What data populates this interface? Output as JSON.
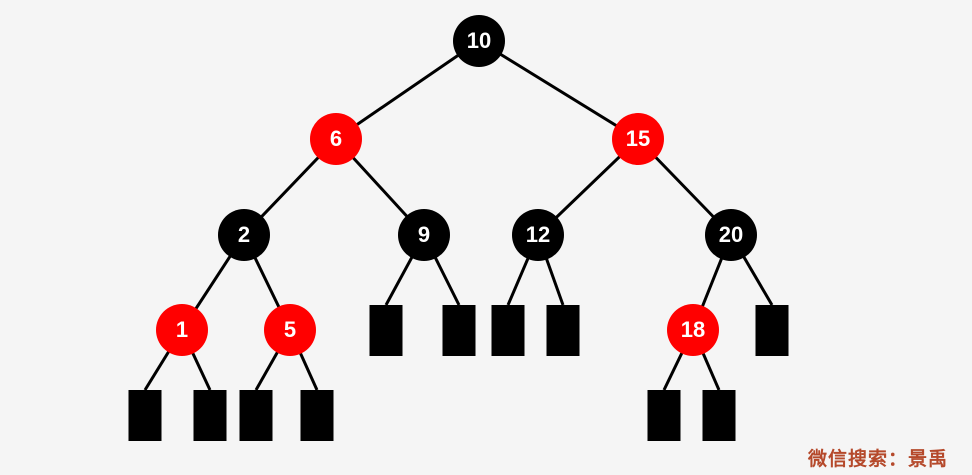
{
  "colors": {
    "red": "#ff0000",
    "black": "#000000",
    "edge": "#000000",
    "label": "#ffffff",
    "background": "#f5f5f5",
    "watermark": "#b5492b"
  },
  "tree": {
    "nodes": [
      {
        "id": "n10",
        "label": "10",
        "color": "black"
      },
      {
        "id": "n6",
        "label": "6",
        "color": "red"
      },
      {
        "id": "n15",
        "label": "15",
        "color": "red"
      },
      {
        "id": "n2",
        "label": "2",
        "color": "black"
      },
      {
        "id": "n9",
        "label": "9",
        "color": "black"
      },
      {
        "id": "n12",
        "label": "12",
        "color": "black"
      },
      {
        "id": "n20",
        "label": "20",
        "color": "black"
      },
      {
        "id": "n1",
        "label": "1",
        "color": "red"
      },
      {
        "id": "n5",
        "label": "5",
        "color": "red"
      },
      {
        "id": "n18",
        "label": "18",
        "color": "red"
      }
    ],
    "edges": [
      [
        "n10",
        "n6"
      ],
      [
        "n10",
        "n15"
      ],
      [
        "n6",
        "n2"
      ],
      [
        "n6",
        "n9"
      ],
      [
        "n15",
        "n12"
      ],
      [
        "n15",
        "n20"
      ],
      [
        "n2",
        "n1"
      ],
      [
        "n2",
        "n5"
      ],
      [
        "n20",
        "n18"
      ]
    ],
    "nil_parents": [
      "n9",
      "n9",
      "n12",
      "n12",
      "n20",
      "n1",
      "n1",
      "n5",
      "n5",
      "n18",
      "n18"
    ]
  },
  "watermark": "微信搜索：景禹"
}
